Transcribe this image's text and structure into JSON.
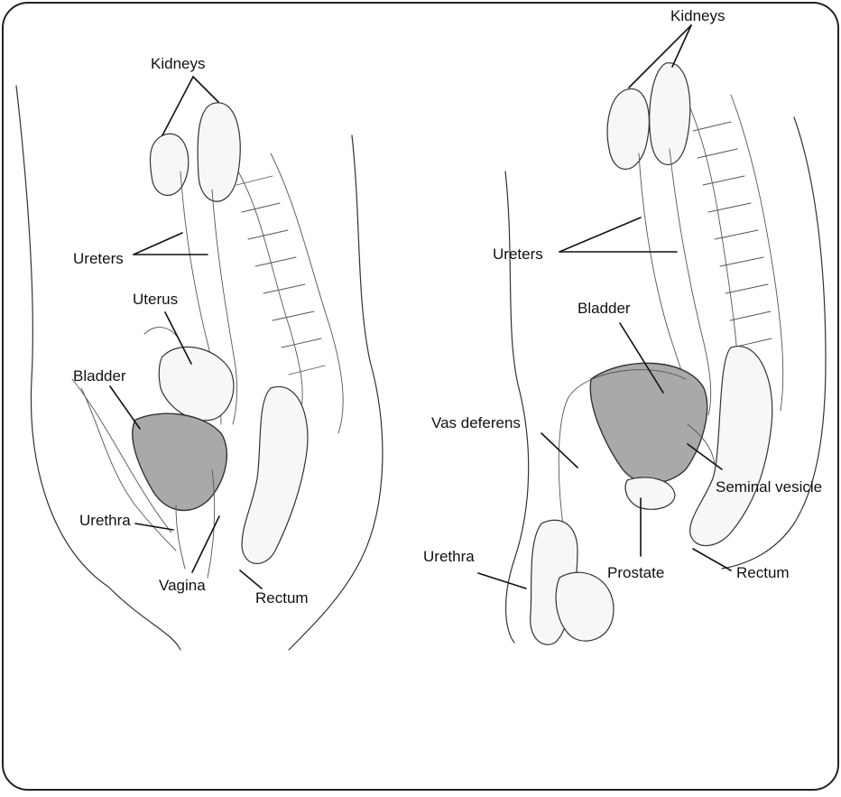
{
  "female_labels": {
    "kidneys": "Kidneys",
    "ureters": "Ureters",
    "uterus": "Uterus",
    "bladder": "Bladder",
    "urethra": "Urethra",
    "vagina": "Vagina",
    "rectum": "Rectum"
  },
  "male_labels": {
    "kidneys": "Kidneys",
    "ureters": "Ureters",
    "bladder": "Bladder",
    "vas_deferens": "Vas deferens",
    "seminal_vesicle": "Seminal vesicle",
    "urethra": "Urethra",
    "prostate": "Prostate",
    "rectum": "Rectum"
  }
}
